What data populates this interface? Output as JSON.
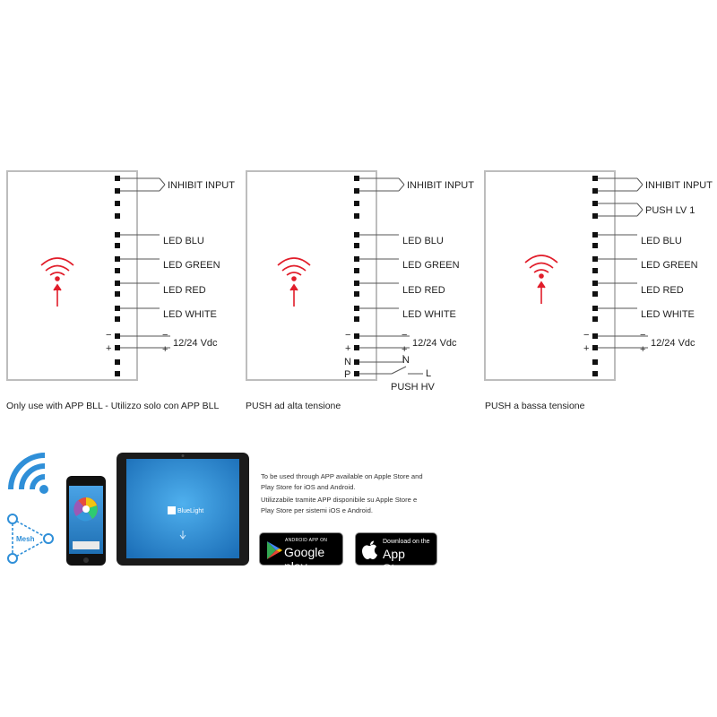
{
  "colors": {
    "signal": "#e11d2a",
    "panel_border": "#bdbdbd",
    "wire": "#555555",
    "app_blue": "#2f8fd8"
  },
  "diagrams": [
    {
      "caption": "Only use with APP BLL - Utilizzo solo con APP BLL",
      "inhibit": "INHIBIT INPUT",
      "leds": [
        "LED BLU",
        "LED GREEN",
        "LED RED",
        "LED WHITE"
      ],
      "minus": "−",
      "plus": "+",
      "power": "12/24 Vdc"
    },
    {
      "caption": "PUSH ad alta tensione",
      "inhibit": "INHIBIT INPUT",
      "leds": [
        "LED BLU",
        "LED GREEN",
        "LED RED",
        "LED WHITE"
      ],
      "minus": "−",
      "plus": "+",
      "power": "12/24 Vdc",
      "n_label": "N",
      "p_label": "P",
      "n_wire": "N",
      "l_wire": "L",
      "push": "PUSH HV"
    },
    {
      "caption": "PUSH a bassa tensione",
      "inhibit": "INHIBIT INPUT",
      "push_lv": "PUSH LV 1",
      "leds": [
        "LED BLU",
        "LED GREEN",
        "LED RED",
        "LED WHITE"
      ],
      "minus": "−",
      "plus": "+",
      "power": "12/24 Vdc"
    }
  ],
  "mesh_label": "Mesh",
  "tablet_logo": "BlueLight",
  "description": [
    "To be used through APP available on Apple Store and Play Store for iOS and Android.",
    "Utilizzabile tramite APP disponibile su Apple Store e Play Store per sistemi iOS e Android."
  ],
  "google_badge": {
    "small": "ANDROID APP ON",
    "big": "Google play"
  },
  "apple_badge": {
    "small": "Download on the",
    "big": "App Store"
  }
}
